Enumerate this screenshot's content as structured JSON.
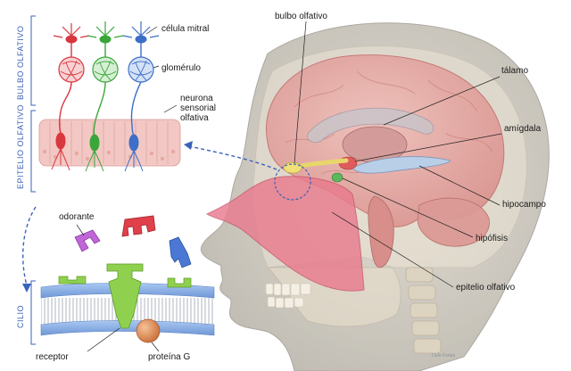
{
  "side_labels": {
    "bulbo": "BULBO OLFATIVO",
    "epitelio": "EPITELIO OLFATIVO",
    "cilio": "CILIO"
  },
  "labels": {
    "celula_mitral": "célula mitral",
    "glomerulo": "glomérulo",
    "neurona_1": "neurona",
    "neurona_2": "sensorial",
    "neurona_3": "olfativa",
    "odorante": "odorante",
    "receptor": "receptor",
    "proteina_g": "proteína G",
    "bulbo_olfativo": "bulbo olfativo",
    "talamo": "tálamo",
    "amigdala": "amígdala",
    "hipocampo": "hipocampo",
    "hipofisis": "hipófisis",
    "epitelio_olfativo": "epitelio olfativo"
  },
  "credit": "Lluís Fortes",
  "colors": {
    "red_neuron": "#d9363e",
    "green_neuron": "#3aa63a",
    "blue_neuron": "#3d6fc9",
    "bracket_blue": "#3a63b8",
    "membrane_blue": "#8fb4e8",
    "receptor_green": "#8fd14f",
    "g_protein": "#e8955a",
    "brain_pink": "#e9a7a4",
    "mucosa_pink": "#e97b8e"
  }
}
